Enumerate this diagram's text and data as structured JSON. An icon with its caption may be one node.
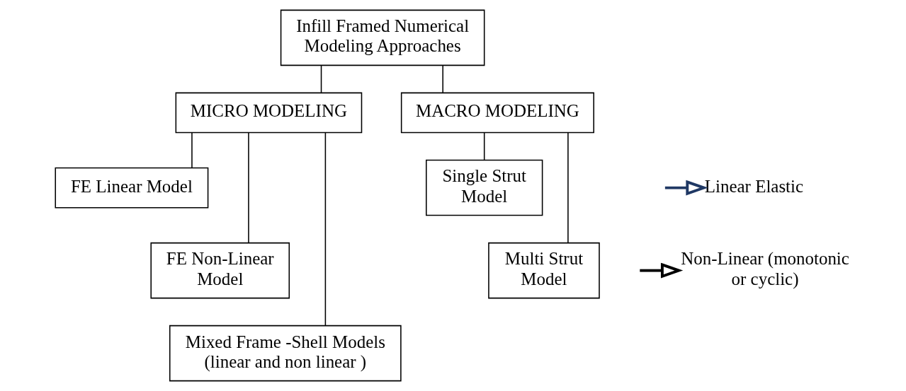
{
  "diagram": {
    "nodes": [
      {
        "text": [
          "Infill Framed Numerical Modeling Approaches"
        ]
      },
      {
        "text": [
          "MICRO MODELING"
        ]
      },
      {
        "text": [
          "MACRO MODELING"
        ]
      },
      {
        "text": [
          "FE Linear Model"
        ]
      },
      {
        "text": [
          "FE Non-Linear Model"
        ]
      },
      {
        "text": [
          "Mixed Frame -Shell Models (linear and non linear )"
        ]
      },
      {
        "text": [
          "Single Strut Model"
        ]
      },
      {
        "text": [
          "Multi Strut Model"
        ]
      },
      {
        "text": [
          "Linear Elastic"
        ]
      },
      {
        "text": [
          "Non-Linear (monotonic or cyclic)"
        ]
      }
    ],
    "edges": [
      {
        "from": 0,
        "to": 1,
        "arrow": "none"
      },
      {
        "from": 0,
        "to": 2,
        "arrow": "none"
      },
      {
        "from": 1,
        "to": 3,
        "arrow": "none"
      },
      {
        "from": 1,
        "to": 4,
        "arrow": "none"
      },
      {
        "from": 1,
        "to": 5,
        "arrow": "none"
      },
      {
        "from": 2,
        "to": 6,
        "arrow": "none"
      },
      {
        "from": 2,
        "to": 7,
        "arrow": "none"
      },
      {
        "from": null,
        "to": 8,
        "arrow": "to",
        "style": "thick",
        "color": "#1f3864"
      },
      {
        "from": null,
        "to": 9,
        "arrow": "to",
        "style": "thick"
      }
    ]
  }
}
